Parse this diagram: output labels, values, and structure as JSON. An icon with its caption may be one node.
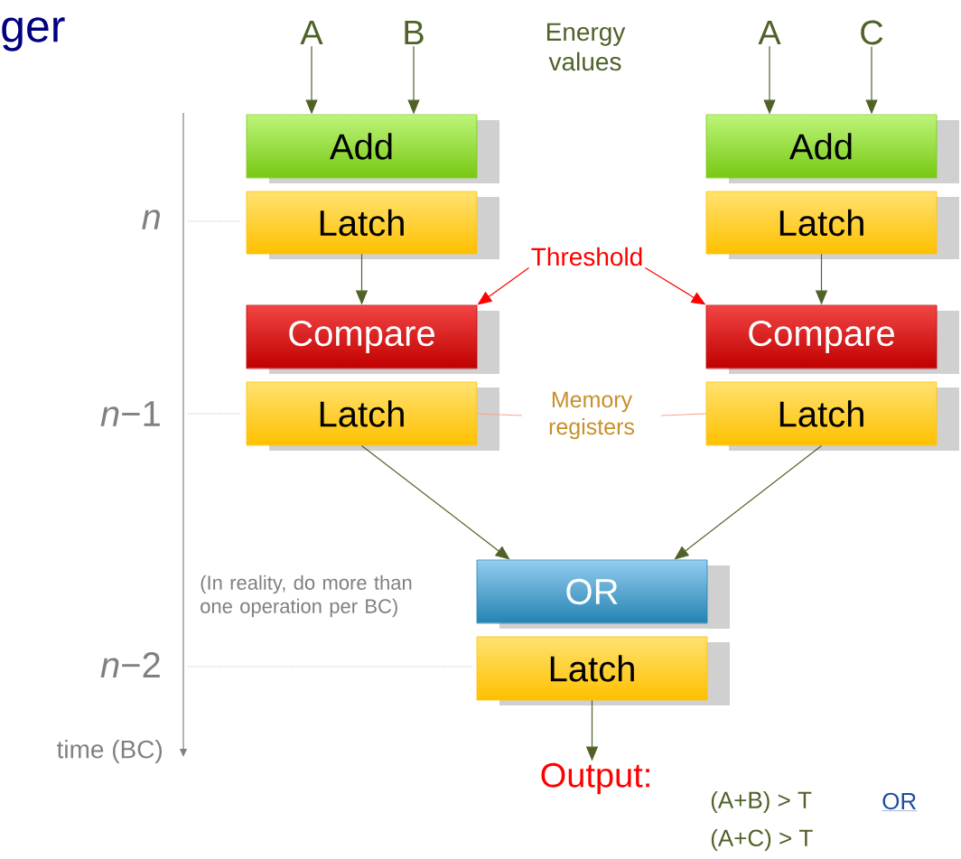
{
  "diagram": {
    "title": "ger",
    "nodes": [
      {
        "text": [
          "A"
        ]
      },
      {
        "text": [
          "B"
        ]
      },
      {
        "text": [
          "A"
        ]
      },
      {
        "text": [
          "C"
        ]
      },
      {
        "text": [
          "Add"
        ]
      },
      {
        "text": [
          "Latch"
        ]
      },
      {
        "text": [
          "Compare"
        ]
      },
      {
        "text": [
          "Latch"
        ]
      },
      {
        "text": [
          "Add"
        ]
      },
      {
        "text": [
          "Latch"
        ]
      },
      {
        "text": [
          "Compare"
        ]
      },
      {
        "text": [
          "Latch"
        ]
      },
      {
        "text": [
          "OR"
        ]
      },
      {
        "text": [
          "Latch"
        ]
      },
      {
        "text": [
          "Output:"
        ]
      },
      {
        "text": [
          "Threshold"
        ]
      },
      {
        "text": [
          "Memory registers"
        ]
      }
    ],
    "edges": [
      {
        "from": 0,
        "to": 4,
        "arrow": "to"
      },
      {
        "from": 1,
        "to": 4,
        "arrow": "to"
      },
      {
        "from": 2,
        "to": 8,
        "arrow": "to"
      },
      {
        "from": 3,
        "to": 8,
        "arrow": "to"
      },
      {
        "from": 5,
        "to": 6,
        "arrow": "to"
      },
      {
        "from": 9,
        "to": 10,
        "arrow": "to"
      },
      {
        "from": 7,
        "to": 12,
        "arrow": "to"
      },
      {
        "from": 11,
        "to": 12,
        "arrow": "to"
      },
      {
        "from": 13,
        "to": 14,
        "arrow": "to"
      },
      {
        "from": 15,
        "to": 6,
        "arrow": "to",
        "color": "#ff0000"
      },
      {
        "from": 15,
        "to": 10,
        "arrow": "to",
        "color": "#ff0000"
      },
      {
        "from": 16,
        "to": 7,
        "arrow": "none",
        "color": "#f4a58a"
      },
      {
        "from": 16,
        "to": 11,
        "arrow": "none",
        "color": "#f4a58a"
      }
    ],
    "labels": [
      "Energy values",
      "n",
      "*n*−1",
      "*n*−2",
      "time (BC)",
      "(In reality, do more than one operation per BC)",
      "(A+B) > T",
      "OR",
      "(A+C) > T"
    ]
  }
}
